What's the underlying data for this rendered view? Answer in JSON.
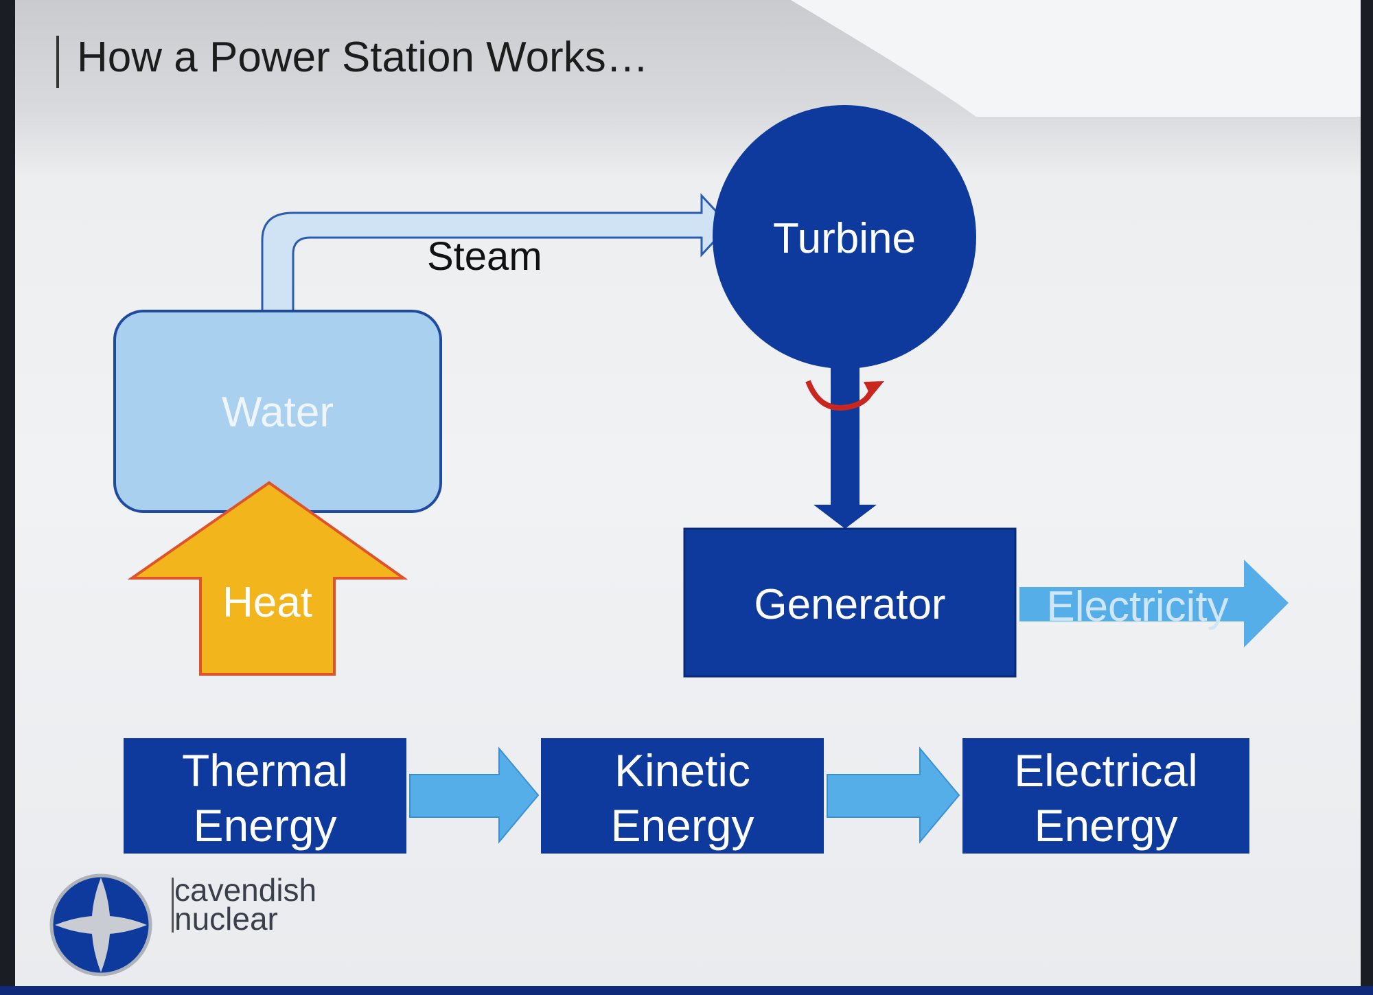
{
  "slide": {
    "title": "How a Power Station Works…"
  },
  "nodes": {
    "water": "Water",
    "heat": "Heat",
    "steam": "Steam",
    "turbine": "Turbine",
    "generator": "Generator",
    "electricity": "Electricity"
  },
  "energy_chain": {
    "thermal": [
      "Thermal",
      "Energy"
    ],
    "kinetic": [
      "Kinetic",
      "Energy"
    ],
    "electrical": [
      "Electrical",
      "Energy"
    ]
  },
  "logo": {
    "line1": "cavendish",
    "line2": "nuclear"
  },
  "colors": {
    "dark_blue": "#0d3a9c",
    "light_blue": "#a9d0ee",
    "arrow_blue": "#56aee8",
    "heat_yellow": "#f2b51b",
    "heat_border": "#e0522a",
    "rotation_red": "#c8261e"
  }
}
